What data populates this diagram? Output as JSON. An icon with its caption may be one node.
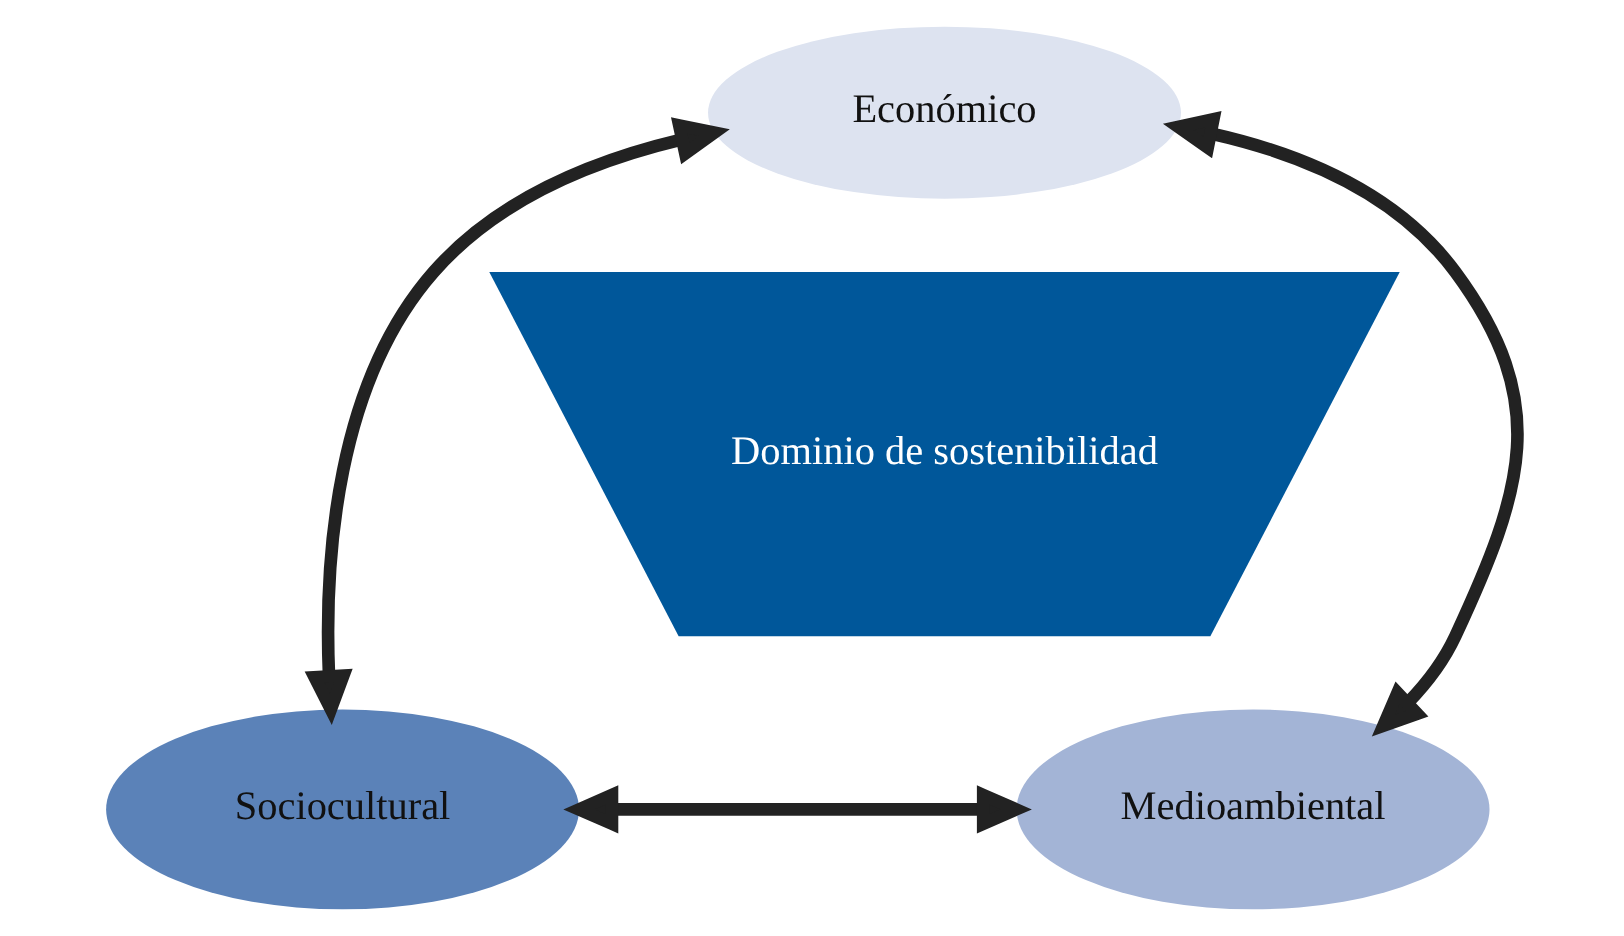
{
  "diagram": {
    "nodes": [
      {
        "text": [
          "Económico"
        ]
      },
      {
        "text": [
          "Dominio de sostenibilidad"
        ]
      },
      {
        "text": [
          "Sociocultural"
        ]
      },
      {
        "text": [
          "Medioambiental"
        ]
      }
    ],
    "edges": [
      {
        "from": 0,
        "to": 2,
        "arrow": "both"
      },
      {
        "from": 0,
        "to": 3,
        "arrow": "both"
      },
      {
        "from": 2,
        "to": 3,
        "arrow": "both"
      }
    ]
  }
}
